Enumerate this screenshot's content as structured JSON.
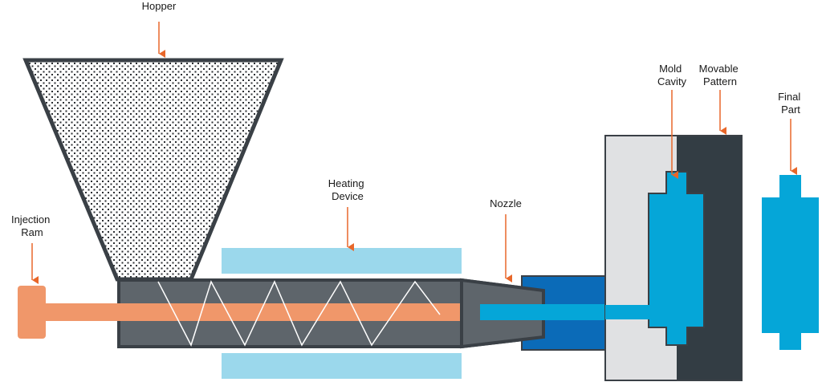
{
  "title": "Injection Molding Machine",
  "colors": {
    "arrow": "#e8672a",
    "outline": "#3a4046",
    "barrel": "#5e656b",
    "ram": "#f0976a",
    "heater": "#9bd8ec",
    "nozzle_block": "#0b6bb8",
    "plastic": "#05a6d8",
    "mold_fixed": "#e0e1e3",
    "mold_movable": "#333d44",
    "screw": "#ffffff"
  },
  "labels": {
    "hopper": [
      "Hopper"
    ],
    "injection_ram": [
      "Injection",
      "Ram"
    ],
    "heating_device": [
      "Heating",
      "Device"
    ],
    "nozzle": [
      "Nozzle"
    ],
    "mold_cavity": [
      "Mold",
      "Cavity"
    ],
    "movable_pattern": [
      "Movable",
      "Pattern"
    ],
    "final_part": [
      "Final",
      "Part"
    ]
  }
}
